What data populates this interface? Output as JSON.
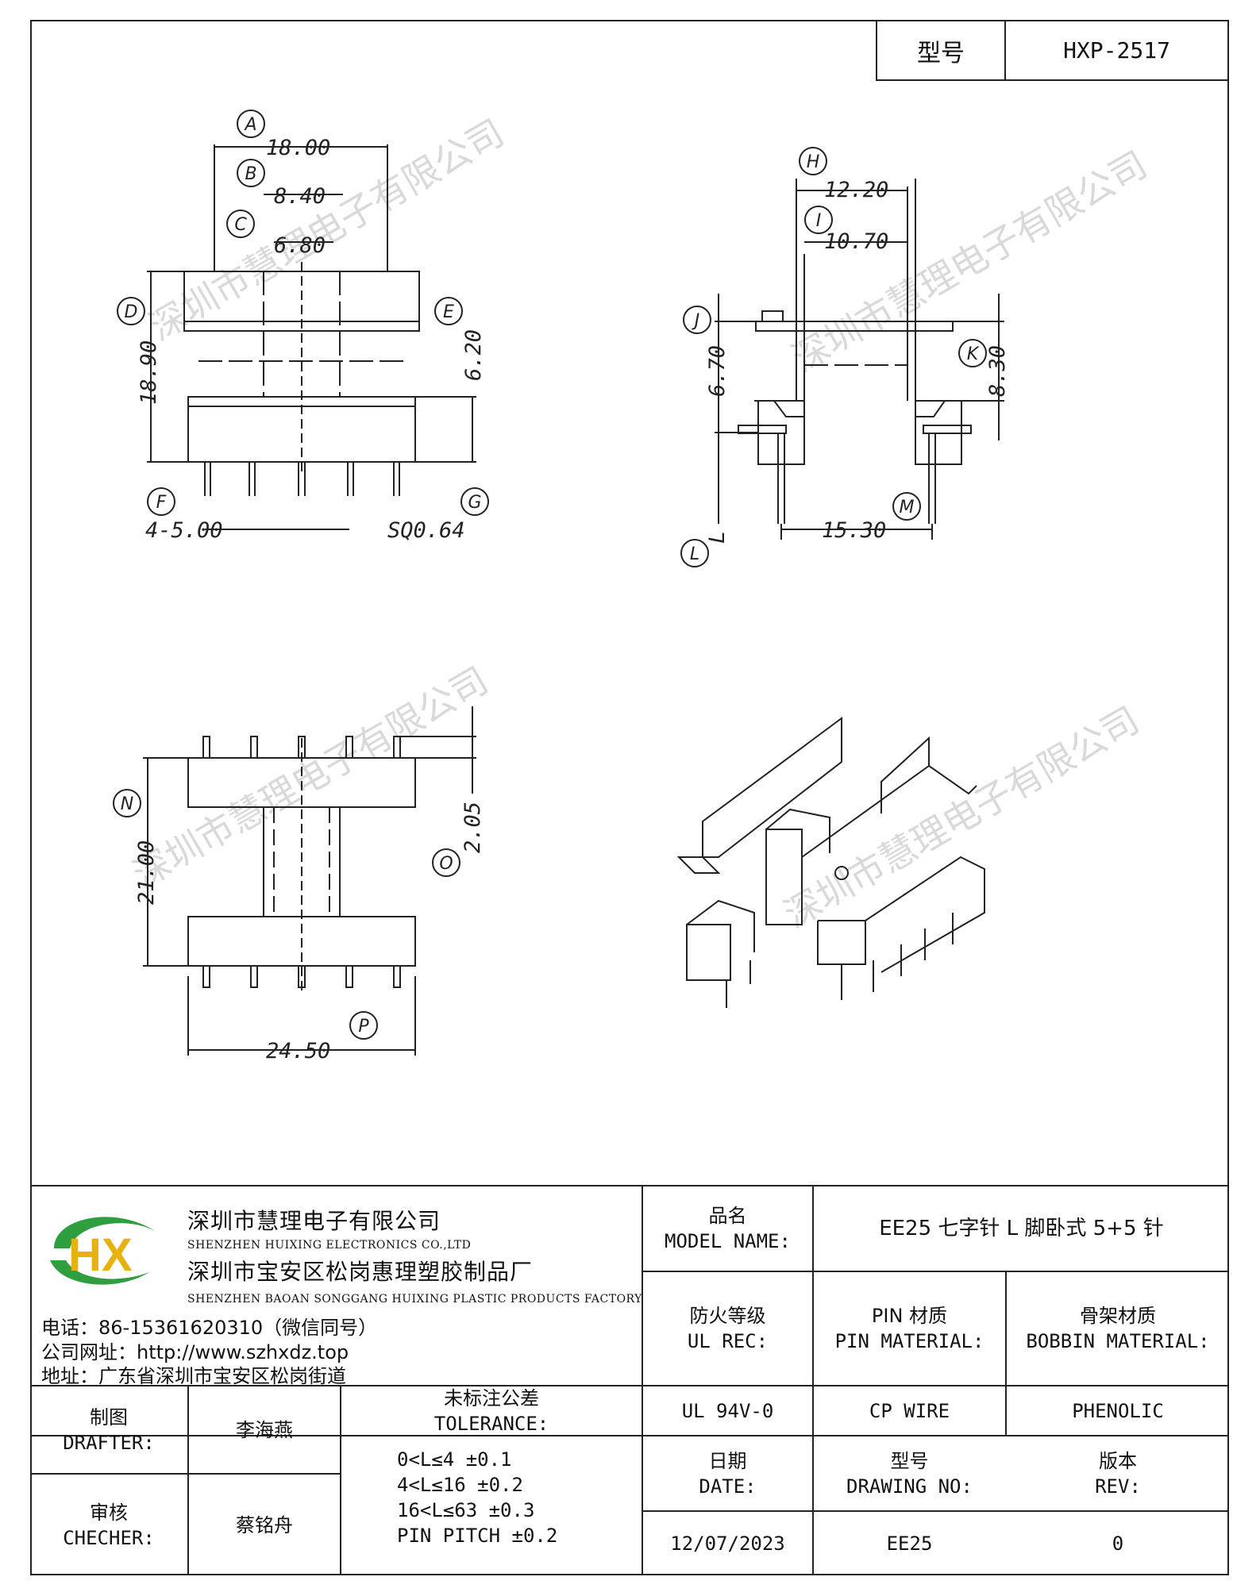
{
  "header": {
    "model_label": "型号",
    "model_value": "HXP-2517"
  },
  "dimensions": {
    "A": "18.00",
    "B": "8.40",
    "C": "6.80",
    "D": "18.90",
    "E": "6.20",
    "F": "4-5.00",
    "G": "SQ0.64",
    "H": "12.20",
    "I": "10.70",
    "J": "6.70",
    "K": "8.30",
    "L": "L",
    "M": "15.30",
    "N": "21.00",
    "O": "2.05",
    "P": "24.50"
  },
  "watermark": "深圳市慧理电子有限公司",
  "company": {
    "logo_text": "HX",
    "name_cn": "深圳市慧理电子有限公司",
    "name_en": "SHENZHEN HUIXING ELECTRONICS CO.,LTD",
    "factory_cn": "深圳市宝安区松岗惠理塑胶制品厂",
    "factory_en": "SHENZHEN BAOAN SONGGANG HUIXING PLASTIC PRODUCTS FACTORY",
    "phone": "电话：86-15361620310（微信同号）",
    "website": "公司网址：http://www.szhxdz.top",
    "address": "地址：广东省深圳市宝安区松岗街道"
  },
  "titleblock": {
    "model_name_cn": "品名",
    "model_name_en": "MODEL NAME:",
    "model_name_value": "EE25 七字针 L 脚卧式 5+5 针",
    "ul_cn": "防火等级",
    "ul_en": "UL REC:",
    "pin_cn": "PIN 材质",
    "pin_en": "PIN MATERIAL:",
    "bobbin_cn": "骨架材质",
    "bobbin_en": "BOBBIN MATERIAL:",
    "ul_value": "UL 94V-0",
    "pin_value": "CP WIRE",
    "bobbin_value": "PHENOLIC",
    "drafter_cn": "制图",
    "drafter_en": "DRAFTER:",
    "drafter_name": "李海燕",
    "checker_cn": "审核",
    "checker_en": "CHECHER:",
    "checker_name": "蔡铭舟",
    "tolerance_cn": "未标注公差",
    "tolerance_en": "TOLERANCE:",
    "tolerance_lines": [
      "0<L≤4   ±0.1",
      "4<L≤16  ±0.2",
      "16<L≤63  ±0.3",
      "PIN PITCH  ±0.2"
    ],
    "date_cn": "日期",
    "date_en": "DATE:",
    "date_value": "12/07/2023",
    "drawing_cn": "型号",
    "drawing_en": "DRAWING NO:",
    "drawing_value": "EE25",
    "rev_cn": "版本",
    "rev_en": "REV:",
    "rev_value": "0"
  }
}
